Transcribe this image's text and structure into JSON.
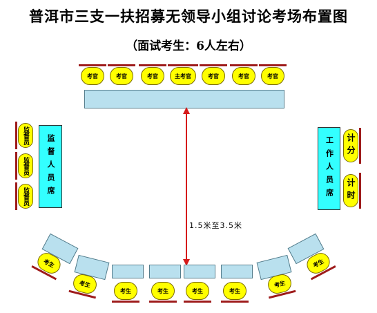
{
  "title": "普洱市三支一扶招募无领导小组讨论考场布置图",
  "subtitle": "（面试考生：6人左右）",
  "examiners": [
    "考官",
    "考官",
    "考官",
    "主考官",
    "考官",
    "考官",
    "考官"
  ],
  "left_seats": [
    "监督员",
    "监督员",
    "监督员"
  ],
  "right_seats": [
    "计分",
    "计时"
  ],
  "left_board": "监督人员席",
  "right_board": "工作人员席",
  "distance_label": "1.5米至3.5米",
  "candidates": [
    "考生",
    "考生",
    "考生",
    "考生",
    "考生",
    "考生",
    "考生",
    "考生"
  ],
  "colors": {
    "seat": "#ffff00",
    "table": "#b9e0ee",
    "board": "#33ffff",
    "arrow": "#d61a1a",
    "stripe": "#9e1b1b"
  }
}
